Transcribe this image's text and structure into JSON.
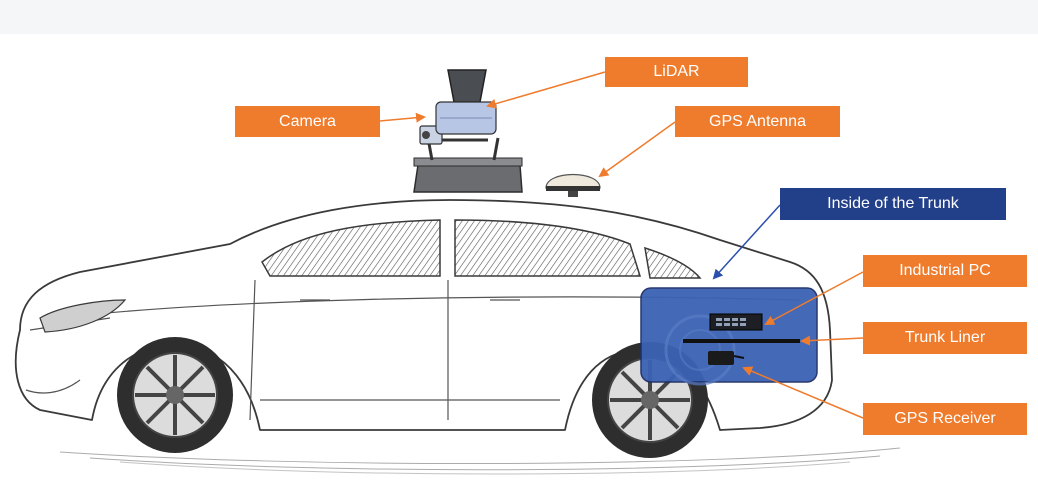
{
  "labels": {
    "lidar": "LiDAR",
    "camera": "Camera",
    "gps_antenna": "GPS Antenna",
    "inside_trunk": "Inside of the Trunk",
    "industrial_pc": "Industrial PC",
    "trunk_liner": "Trunk Liner",
    "gps_receiver": "GPS Receiver"
  },
  "colors": {
    "label_orange": "#ef7b2d",
    "label_navy": "#223f8a",
    "arrow_orange": "#ef7b2d",
    "arrow_blue": "#2c4fae",
    "trunk_panel": "#3b62b4",
    "sketch_line": "#3a3a3a"
  }
}
